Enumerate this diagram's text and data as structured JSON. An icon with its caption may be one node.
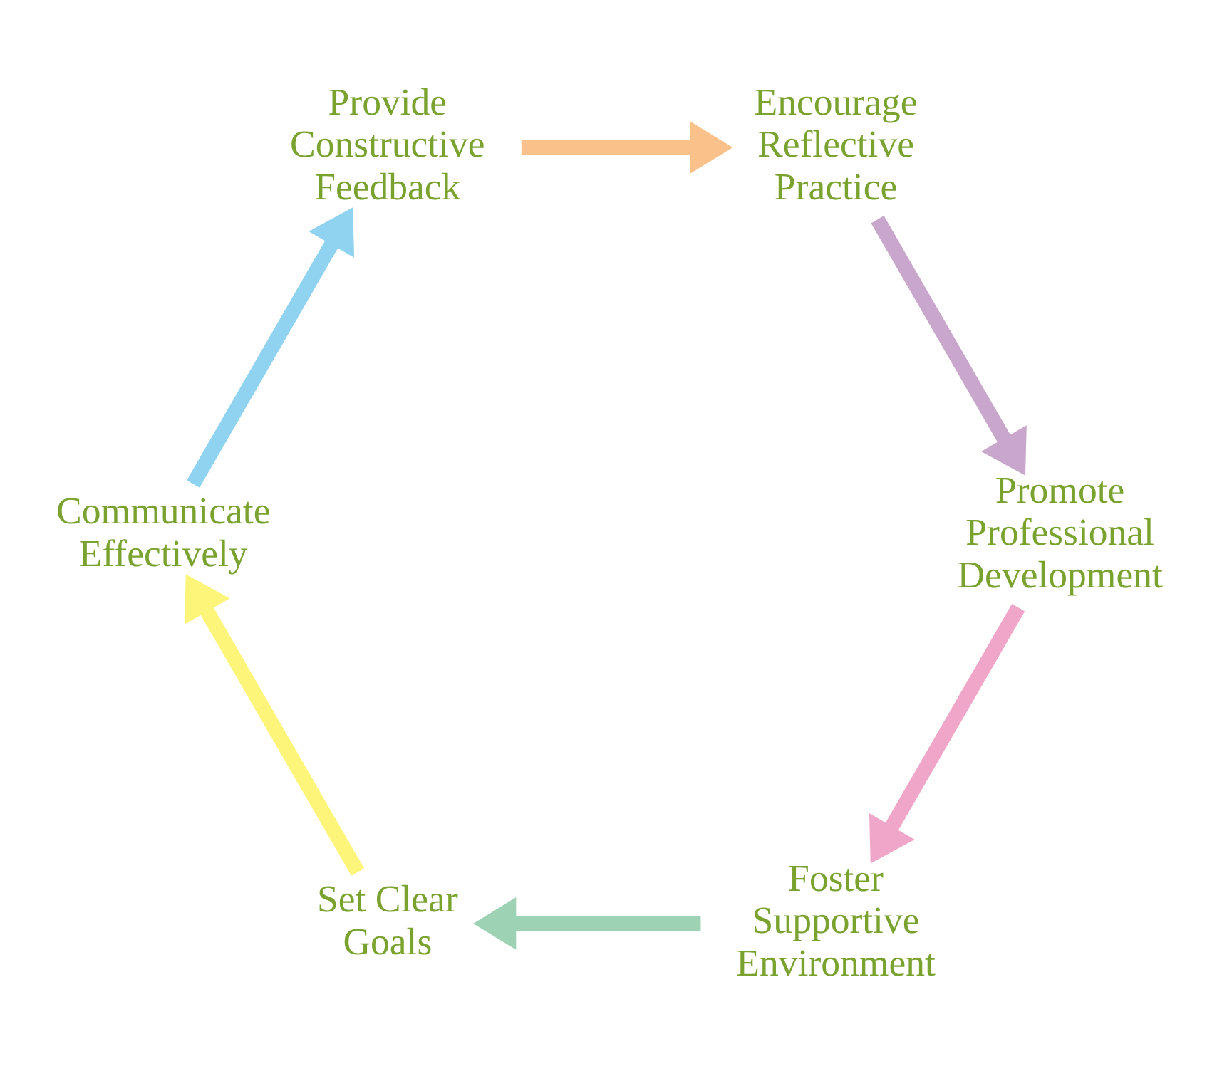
{
  "diagram": {
    "nodes": [
      {
        "text": [
          "Foster Supportive Environment"
        ]
      },
      {
        "text": [
          "Set Clear Goals"
        ]
      },
      {
        "text": [
          "Communicate Effectively"
        ]
      },
      {
        "text": [
          "Provide Constructive Feedback"
        ]
      },
      {
        "text": [
          "Encourage Reflective Practice"
        ]
      },
      {
        "text": [
          "Promote Professional Development"
        ]
      }
    ],
    "edges": [
      {
        "from": 0,
        "to": 1,
        "arrow": "to",
        "color": "#9dd3b4"
      },
      {
        "from": 1,
        "to": 2,
        "arrow": "to",
        "color": "#fdf57a"
      },
      {
        "from": 2,
        "to": 3,
        "arrow": "to",
        "color": "#8fd3f0"
      },
      {
        "from": 3,
        "to": 4,
        "arrow": "to",
        "color": "#fbc18a"
      },
      {
        "from": 4,
        "to": 5,
        "arrow": "to",
        "color": "#c9a6cc"
      },
      {
        "from": 5,
        "to": 0,
        "arrow": "to",
        "color": "#f0a6c8"
      }
    ]
  }
}
